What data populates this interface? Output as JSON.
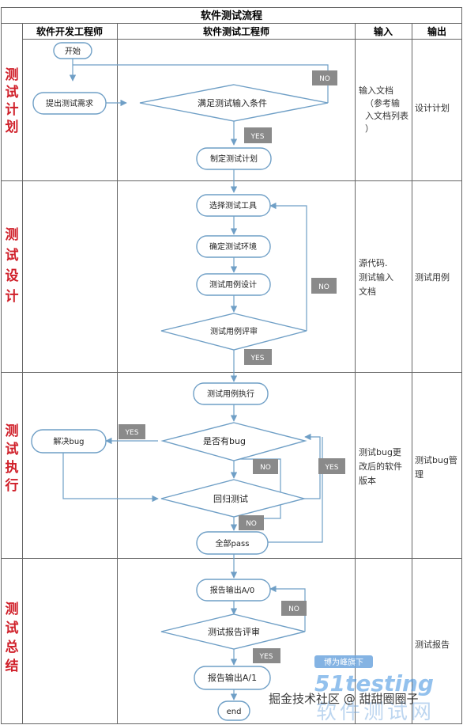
{
  "title": "软件测试流程",
  "columns": [
    "软件开发工程师",
    "软件测试工程师",
    "输入",
    "输出"
  ],
  "phases": [
    {
      "label": "测试计划",
      "input": "输入文档（参考输入文档列表）",
      "output": "设计计划"
    },
    {
      "label": "测试设计",
      "input": "源代码.测试输入文档",
      "output": "测试用例"
    },
    {
      "label": "测试执行",
      "input": "测试bug更改后的软件版本",
      "output": "测试bug管理"
    },
    {
      "label": "测试总结",
      "input": "",
      "output": "测试报告"
    }
  ],
  "nodes": {
    "start": "开始",
    "submit_req": "提出测试需求",
    "meet_cond": "满足测试输入条件",
    "make_plan": "制定测试计划",
    "select_tool": "选择测试工具",
    "confirm_env": "确定测试环境",
    "case_design": "测试用例设计",
    "case_review": "测试用例评审",
    "case_exec": "测试用例执行",
    "has_bug": "是否有bug",
    "fix_bug": "解决bug",
    "regression": "回归测试",
    "all_pass": "全部pass",
    "report_out_a0": "报告输出A/0",
    "report_review": "测试报告评审",
    "report_out_a1": "报告输出A/1",
    "end": "end"
  },
  "tags": {
    "yes": "YES",
    "no": "NO"
  },
  "watermark": {
    "brand_top": "博为峰旗下",
    "brand_logo": "51testing",
    "brand_cn": "软件测试网",
    "community": "掘金技术社区 @ 甜甜圈圈子"
  },
  "colors": {
    "line": "#6f9fc6",
    "phase_text": "#d0202a",
    "tag_bg": "#8a8a8a",
    "border": "#666666"
  }
}
